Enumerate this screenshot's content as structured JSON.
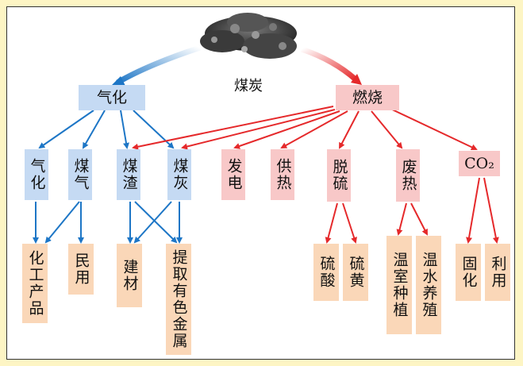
{
  "root": {
    "label": "煤炭"
  },
  "left_branch": {
    "label": "气化",
    "children": [
      "气化",
      "煤气",
      "煤渣",
      "煤灰"
    ],
    "products": [
      "化工产品",
      "民用",
      "建材",
      "提取有色金属"
    ]
  },
  "right_branch": {
    "label": "燃烧",
    "children": [
      "发电",
      "供热",
      "脱硫",
      "废热",
      "CO₂"
    ],
    "desulfur_products": [
      "硫酸",
      "硫黄"
    ],
    "heat_products": [
      "温室种植",
      "温水养殖"
    ],
    "co2_products": [
      "固化",
      "利用"
    ]
  },
  "colors": {
    "blue": "#1d76c6",
    "red": "#e5292b",
    "blue_box": "#c5daf3",
    "pink_box": "#f8c8c8",
    "peach_box": "#fad7b8",
    "page_bg": "#fdf5c4"
  }
}
